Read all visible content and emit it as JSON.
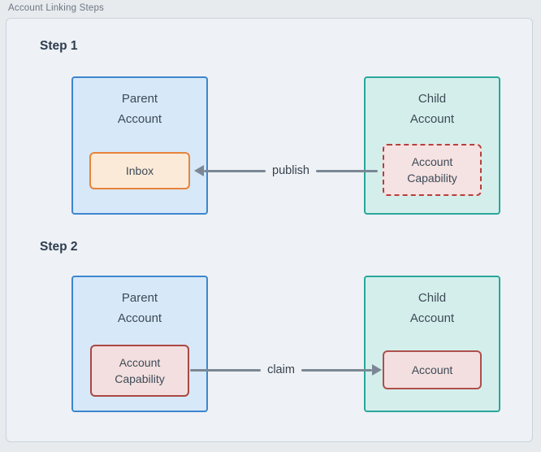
{
  "figure": {
    "label": "Account Linking Steps"
  },
  "colors": {
    "page_bg": "#e8ebee",
    "panel_bg": "#eef1f5",
    "panel_border": "#c9d3dc",
    "heading_text": "#2e3d4f",
    "box_text": "#3d4a57",
    "parent_border": "#3d86ce",
    "parent_fill": "#d7e8f8",
    "child_border": "#29a79c",
    "child_fill": "#d4efeb",
    "inbox_border": "#e7843c",
    "inbox_fill": "#fcead8",
    "capability_border": "#a94744",
    "capability_fill": "#f3dfdf",
    "arrow": "#7b8794"
  },
  "steps": [
    {
      "heading": "Step 1",
      "parent": {
        "title": [
          "Parent",
          "Account"
        ],
        "inner": {
          "lines": [
            "Inbox"
          ],
          "border_style": "solid-orange"
        }
      },
      "child": {
        "title": [
          "Child",
          "Account"
        ],
        "inner": {
          "lines": [
            "Account",
            "Capability"
          ],
          "border_style": "dashed-red"
        }
      },
      "arrow": {
        "label": "publish",
        "direction": "left"
      }
    },
    {
      "heading": "Step 2",
      "parent": {
        "title": [
          "Parent",
          "Account"
        ],
        "inner": {
          "lines": [
            "Account",
            "Capability"
          ],
          "border_style": "solid-red"
        }
      },
      "child": {
        "title": [
          "Child",
          "Account"
        ],
        "inner": {
          "lines": [
            "Account"
          ],
          "border_style": "solid-red"
        }
      },
      "arrow": {
        "label": "claim",
        "direction": "right"
      }
    }
  ]
}
